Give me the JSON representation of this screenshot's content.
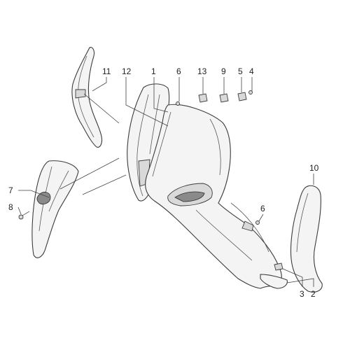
{
  "diagram": {
    "callouts": [
      {
        "id": "c11",
        "label": "11"
      },
      {
        "id": "c12",
        "label": "12"
      },
      {
        "id": "c1",
        "label": "1"
      },
      {
        "id": "c6a",
        "label": "6"
      },
      {
        "id": "c13",
        "label": "13"
      },
      {
        "id": "c9",
        "label": "9"
      },
      {
        "id": "c5",
        "label": "5"
      },
      {
        "id": "c4",
        "label": "4"
      },
      {
        "id": "c10",
        "label": "10"
      },
      {
        "id": "c7",
        "label": "7"
      },
      {
        "id": "c8",
        "label": "8"
      },
      {
        "id": "c6b",
        "label": "6"
      },
      {
        "id": "c3",
        "label": "3"
      },
      {
        "id": "c2",
        "label": "2"
      }
    ]
  }
}
